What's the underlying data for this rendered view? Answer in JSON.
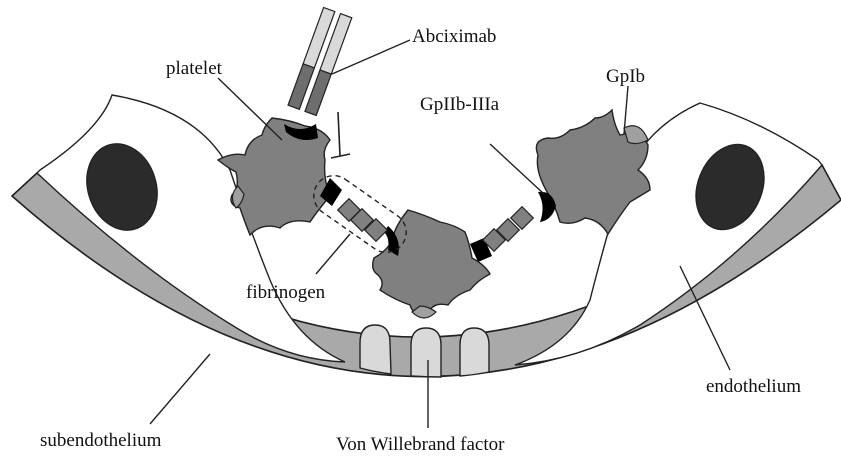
{
  "labels": {
    "abciximab": "Abciximab",
    "platelet": "platelet",
    "gpib": "GpIb",
    "gpiib_iiia": "GpIIb-IIIa",
    "fibrinogen": "fibrinogen",
    "endothelium": "endothelium",
    "subendothelium": "subendothelium",
    "von_willebrand": "Von Willebrand factor"
  },
  "colors": {
    "platelet_fill": "#808080",
    "vessel_wall": "#a9a9a9",
    "nucleus": "#2b2b2b",
    "receptor": "#000000",
    "fibrinogen_fill": "#808080",
    "vwf_fill": "#d9d9d9",
    "antibody_light": "#d9d9d9",
    "antibody_dark": "#6e6e6e"
  }
}
